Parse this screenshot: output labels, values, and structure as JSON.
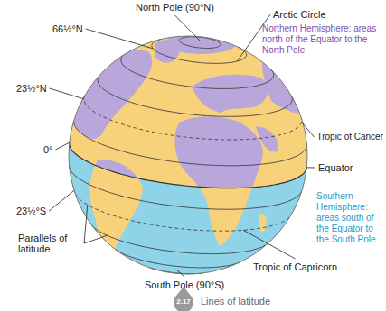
{
  "diagram": {
    "caption": "Lines of latitude",
    "labels": [
      "North Pole (90°N)",
      "66½°N",
      "Arctic Circle",
      "Northern Hemisphere: areas north of the Equator to the North Pole",
      "23½°N",
      "Tropic of Cancer",
      "0°",
      "Equator",
      "Southern Hemisphere: areas south of the Equator to the South Pole",
      "23½°S",
      "Parallels of latitude",
      "Tropic of Capricorn",
      "South Pole (90°S)",
      "2.17"
    ]
  }
}
